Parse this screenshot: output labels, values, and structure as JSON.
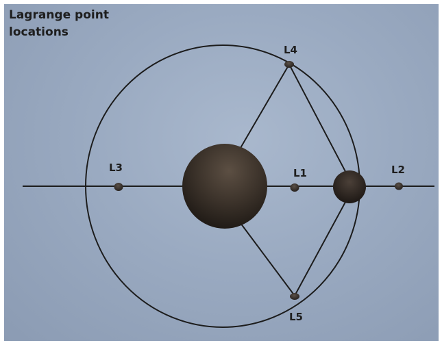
{
  "title": "Lagrange point locations",
  "points": {
    "l1": "L1",
    "l2": "L2",
    "l3": "L3",
    "l4": "L4",
    "l5": "L5"
  }
}
